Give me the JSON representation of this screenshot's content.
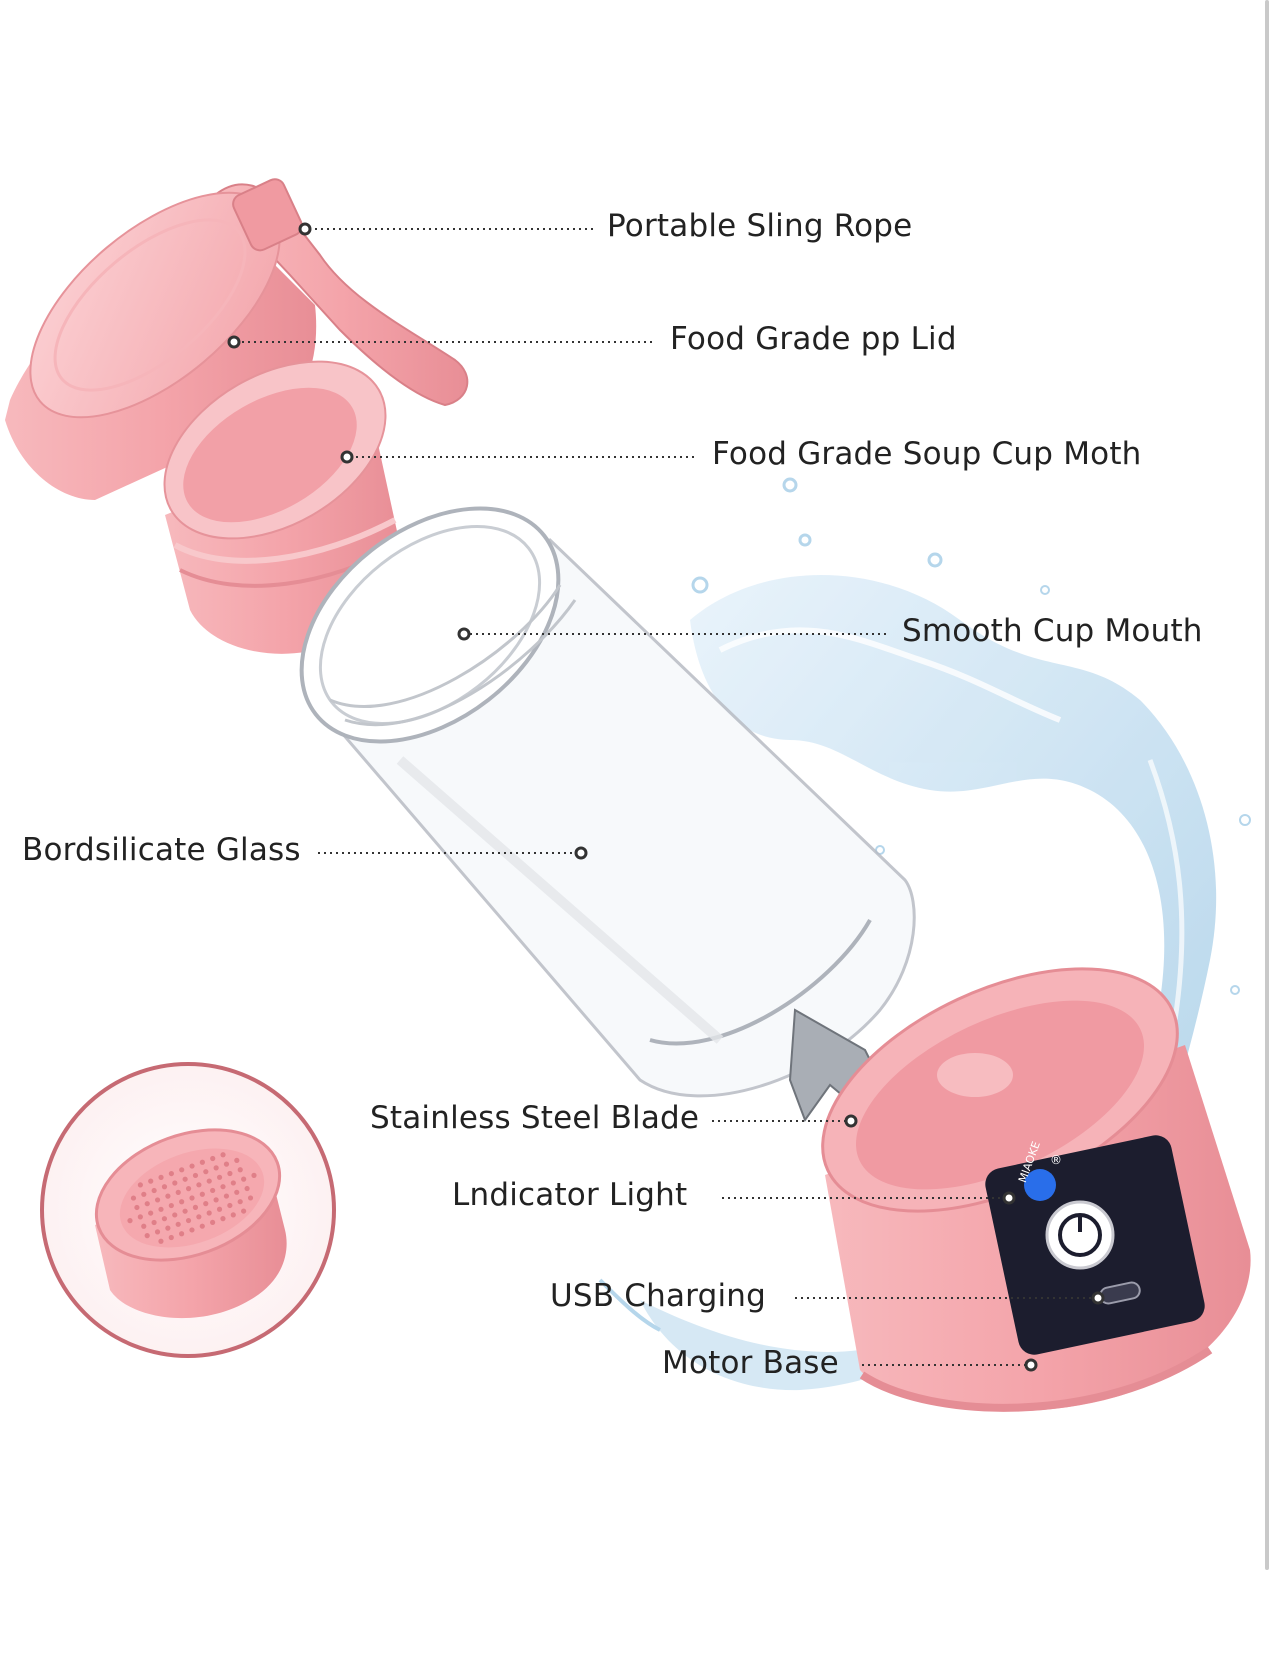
{
  "colors": {
    "product_pink": "#f4a9ae",
    "pink_dark": "#e58d95",
    "pink_light": "#fbd3d6",
    "glass_stroke": "#b8bcc4",
    "water": "#b9d9ee",
    "panel": "#1c1d2e",
    "indicator_blue": "#2b78ff",
    "leader_line": "#333333",
    "inset_ring": "#c66a73"
  },
  "icons": {
    "power_button": "power-icon",
    "brand_badge": "bear-logo-icon",
    "usb_port": "usb-c-port-icon"
  },
  "labels": {
    "sling_rope": "Portable Sling Rope",
    "lid": "Food Grade pp Lid",
    "soup_cup_mouth": "Food Grade Soup Cup Moth",
    "smooth_cup_mouth": "Smooth Cup Mouth",
    "glass": "Bordsilicate Glass",
    "blade": "Stainless Steel Blade",
    "indicator": "Lndicator  Light",
    "usb": "USB Charging",
    "motor_base": "Motor Base"
  },
  "brand": "MIAOKE",
  "registered_mark": "®"
}
